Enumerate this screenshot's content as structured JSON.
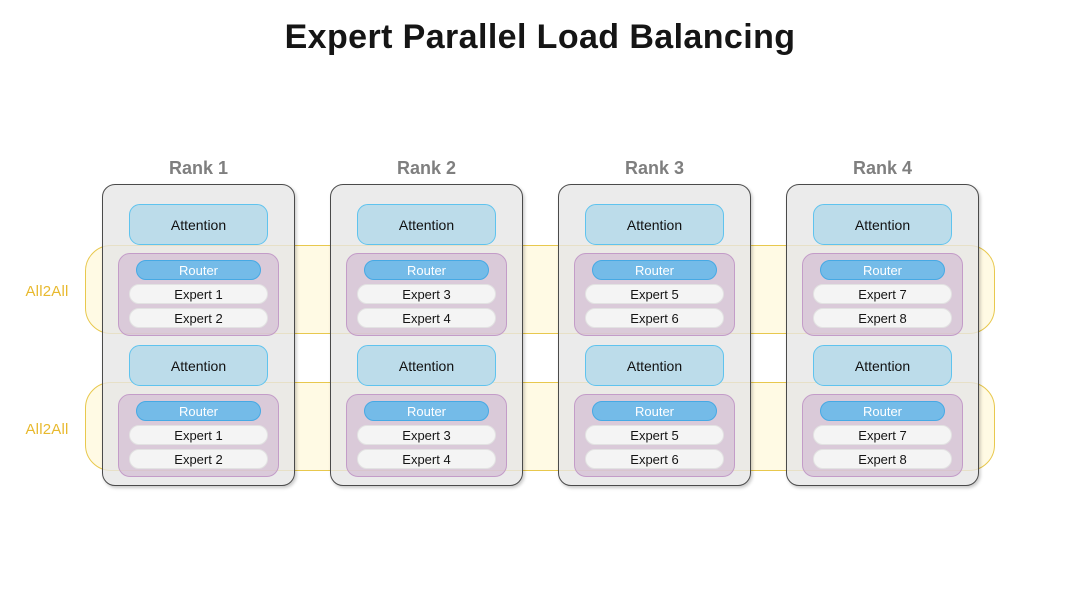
{
  "title": "Expert Parallel Load Balancing",
  "colors": {
    "rank_border": "#4a4a4a",
    "rank_fill": "#e6e6e6",
    "attention_fill": "#bcdcea",
    "attention_border": "#5fc3ee",
    "router_fill": "#74bbe8",
    "router_border": "#46a9e4",
    "expert_fill": "#f4f4f4",
    "moe_group_fill": "#d0b7d0",
    "moe_group_border": "#c39cc8",
    "all2all_band_fill": "#fff4be",
    "all2all_band_border": "#e8c84d",
    "all2all_label": "#e8b92e",
    "rank_title": "#7f7f7f"
  },
  "all2all": {
    "bands": [
      {
        "label": "All2All"
      },
      {
        "label": "All2All"
      }
    ]
  },
  "ranks": [
    {
      "title": "Rank 1",
      "layers": [
        {
          "attention_label": "Attention",
          "router_label": "Router",
          "experts": [
            "Expert 1",
            "Expert 2"
          ]
        },
        {
          "attention_label": "Attention",
          "router_label": "Router",
          "experts": [
            "Expert 1",
            "Expert 2"
          ]
        }
      ]
    },
    {
      "title": "Rank 2",
      "layers": [
        {
          "attention_label": "Attention",
          "router_label": "Router",
          "experts": [
            "Expert 3",
            "Expert 4"
          ]
        },
        {
          "attention_label": "Attention",
          "router_label": "Router",
          "experts": [
            "Expert 3",
            "Expert 4"
          ]
        }
      ]
    },
    {
      "title": "Rank 3",
      "layers": [
        {
          "attention_label": "Attention",
          "router_label": "Router",
          "experts": [
            "Expert 5",
            "Expert 6"
          ]
        },
        {
          "attention_label": "Attention",
          "router_label": "Router",
          "experts": [
            "Expert 5",
            "Expert 6"
          ]
        }
      ]
    },
    {
      "title": "Rank 4",
      "layers": [
        {
          "attention_label": "Attention",
          "router_label": "Router",
          "experts": [
            "Expert 7",
            "Expert 8"
          ]
        },
        {
          "attention_label": "Attention",
          "router_label": "Router",
          "experts": [
            "Expert 7",
            "Expert 8"
          ]
        }
      ]
    }
  ]
}
